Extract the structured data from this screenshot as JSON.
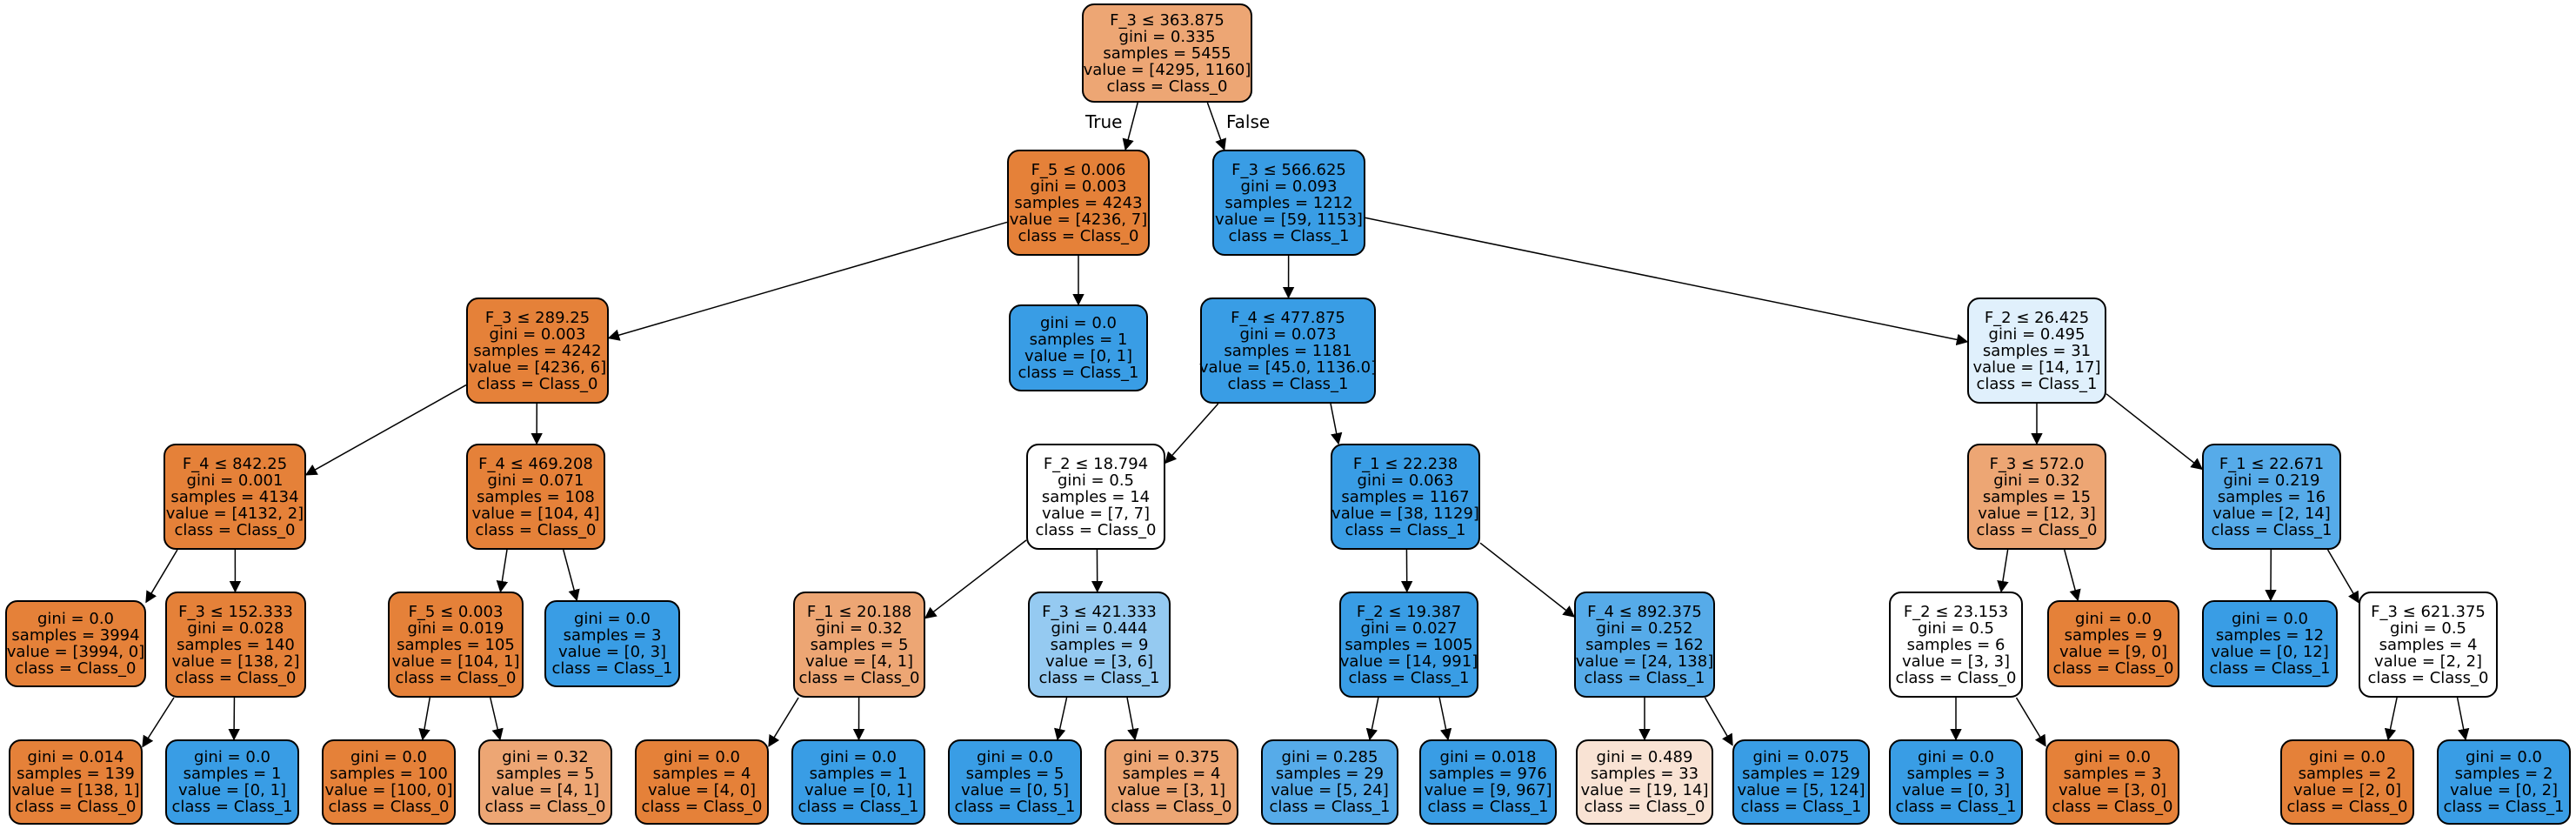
{
  "edge_labels": {
    "true_label": "True",
    "false_label": "False"
  },
  "nodes": [
    {
      "id": "n0",
      "lines": [
        "F_3 ≤ 363.875",
        "gini = 0.335",
        "samples = 5455",
        "value = [4295, 1160]",
        "class = Class_0"
      ]
    },
    {
      "id": "n1",
      "lines": [
        "F_5 ≤ 0.006",
        "gini = 0.003",
        "samples = 4243",
        "value = [4236, 7]",
        "class = Class_0"
      ]
    },
    {
      "id": "n2",
      "lines": [
        "F_3 ≤ 566.625",
        "gini = 0.093",
        "samples = 1212",
        "value = [59, 1153]",
        "class = Class_1"
      ]
    },
    {
      "id": "n3",
      "lines": [
        "F_3 ≤ 289.25",
        "gini = 0.003",
        "samples = 4242",
        "value = [4236, 6]",
        "class = Class_0"
      ]
    },
    {
      "id": "n4",
      "lines": [
        "gini = 0.0",
        "samples = 1",
        "value = [0, 1]",
        "class = Class_1"
      ]
    },
    {
      "id": "n5",
      "lines": [
        "F_4 ≤ 477.875",
        "gini = 0.073",
        "samples = 1181",
        "value = [45.0, 1136.0]",
        "class = Class_1"
      ]
    },
    {
      "id": "n6",
      "lines": [
        "F_2 ≤ 26.425",
        "gini = 0.495",
        "samples = 31",
        "value = [14, 17]",
        "class = Class_1"
      ]
    },
    {
      "id": "n7",
      "lines": [
        "F_4 ≤ 842.25",
        "gini = 0.001",
        "samples = 4134",
        "value = [4132, 2]",
        "class = Class_0"
      ]
    },
    {
      "id": "n8",
      "lines": [
        "F_4 ≤ 469.208",
        "gini = 0.071",
        "samples = 108",
        "value = [104, 4]",
        "class = Class_0"
      ]
    },
    {
      "id": "n9",
      "lines": [
        "F_2 ≤ 18.794",
        "gini = 0.5",
        "samples = 14",
        "value = [7, 7]",
        "class = Class_0"
      ]
    },
    {
      "id": "n10",
      "lines": [
        "F_1 ≤ 22.238",
        "gini = 0.063",
        "samples = 1167",
        "value = [38, 1129]",
        "class = Class_1"
      ]
    },
    {
      "id": "n11",
      "lines": [
        "F_3 ≤ 572.0",
        "gini = 0.32",
        "samples = 15",
        "value = [12, 3]",
        "class = Class_0"
      ]
    },
    {
      "id": "n12",
      "lines": [
        "F_1 ≤ 22.671",
        "gini = 0.219",
        "samples = 16",
        "value = [2, 14]",
        "class = Class_1"
      ]
    },
    {
      "id": "n13",
      "lines": [
        "gini = 0.0",
        "samples = 3994",
        "value = [3994, 0]",
        "class = Class_0"
      ]
    },
    {
      "id": "n14",
      "lines": [
        "F_3 ≤ 152.333",
        "gini = 0.028",
        "samples = 140",
        "value = [138, 2]",
        "class = Class_0"
      ]
    },
    {
      "id": "n15",
      "lines": [
        "F_5 ≤ 0.003",
        "gini = 0.019",
        "samples = 105",
        "value = [104, 1]",
        "class = Class_0"
      ]
    },
    {
      "id": "n16",
      "lines": [
        "gini = 0.0",
        "samples = 3",
        "value = [0, 3]",
        "class = Class_1"
      ]
    },
    {
      "id": "n17",
      "lines": [
        "F_1 ≤ 20.188",
        "gini = 0.32",
        "samples = 5",
        "value = [4, 1]",
        "class = Class_0"
      ]
    },
    {
      "id": "n18",
      "lines": [
        "F_3 ≤ 421.333",
        "gini = 0.444",
        "samples = 9",
        "value = [3, 6]",
        "class = Class_1"
      ]
    },
    {
      "id": "n19",
      "lines": [
        "F_2 ≤ 19.387",
        "gini = 0.027",
        "samples = 1005",
        "value = [14, 991]",
        "class = Class_1"
      ]
    },
    {
      "id": "n20",
      "lines": [
        "F_4 ≤ 892.375",
        "gini = 0.252",
        "samples = 162",
        "value = [24, 138]",
        "class = Class_1"
      ]
    },
    {
      "id": "n21",
      "lines": [
        "F_2 ≤ 23.153",
        "gini = 0.5",
        "samples = 6",
        "value = [3, 3]",
        "class = Class_0"
      ]
    },
    {
      "id": "n22",
      "lines": [
        "gini = 0.0",
        "samples = 9",
        "value = [9, 0]",
        "class = Class_0"
      ]
    },
    {
      "id": "n23",
      "lines": [
        "gini = 0.0",
        "samples = 12",
        "value = [0, 12]",
        "class = Class_1"
      ]
    },
    {
      "id": "n24",
      "lines": [
        "F_3 ≤ 621.375",
        "gini = 0.5",
        "samples = 4",
        "value = [2, 2]",
        "class = Class_0"
      ]
    },
    {
      "id": "n25",
      "lines": [
        "gini = 0.014",
        "samples = 139",
        "value = [138, 1]",
        "class = Class_0"
      ]
    },
    {
      "id": "n26",
      "lines": [
        "gini = 0.0",
        "samples = 1",
        "value = [0, 1]",
        "class = Class_1"
      ]
    },
    {
      "id": "n27",
      "lines": [
        "gini = 0.0",
        "samples = 100",
        "value = [100, 0]",
        "class = Class_0"
      ]
    },
    {
      "id": "n28",
      "lines": [
        "gini = 0.32",
        "samples = 5",
        "value = [4, 1]",
        "class = Class_0"
      ]
    },
    {
      "id": "n29",
      "lines": [
        "gini = 0.0",
        "samples = 4",
        "value = [4, 0]",
        "class = Class_0"
      ]
    },
    {
      "id": "n30",
      "lines": [
        "gini = 0.0",
        "samples = 1",
        "value = [0, 1]",
        "class = Class_1"
      ]
    },
    {
      "id": "n31",
      "lines": [
        "gini = 0.0",
        "samples = 5",
        "value = [0, 5]",
        "class = Class_1"
      ]
    },
    {
      "id": "n32",
      "lines": [
        "gini = 0.375",
        "samples = 4",
        "value = [3, 1]",
        "class = Class_0"
      ]
    },
    {
      "id": "n33",
      "lines": [
        "gini = 0.285",
        "samples = 29",
        "value = [5, 24]",
        "class = Class_1"
      ]
    },
    {
      "id": "n34",
      "lines": [
        "gini = 0.018",
        "samples = 976",
        "value = [9, 967]",
        "class = Class_1"
      ]
    },
    {
      "id": "n35",
      "lines": [
        "gini = 0.489",
        "samples = 33",
        "value = [19, 14]",
        "class = Class_0"
      ]
    },
    {
      "id": "n36",
      "lines": [
        "gini = 0.075",
        "samples = 129",
        "value = [5, 124]",
        "class = Class_1"
      ]
    },
    {
      "id": "n37",
      "lines": [
        "gini = 0.0",
        "samples = 3",
        "value = [0, 3]",
        "class = Class_1"
      ]
    },
    {
      "id": "n38",
      "lines": [
        "gini = 0.0",
        "samples = 3",
        "value = [3, 0]",
        "class = Class_0"
      ]
    },
    {
      "id": "n39",
      "lines": [
        "gini = 0.0",
        "samples = 2",
        "value = [2, 0]",
        "class = Class_0"
      ]
    },
    {
      "id": "n40",
      "lines": [
        "gini = 0.0",
        "samples = 2",
        "value = [0, 2]",
        "class = Class_1"
      ]
    }
  ]
}
